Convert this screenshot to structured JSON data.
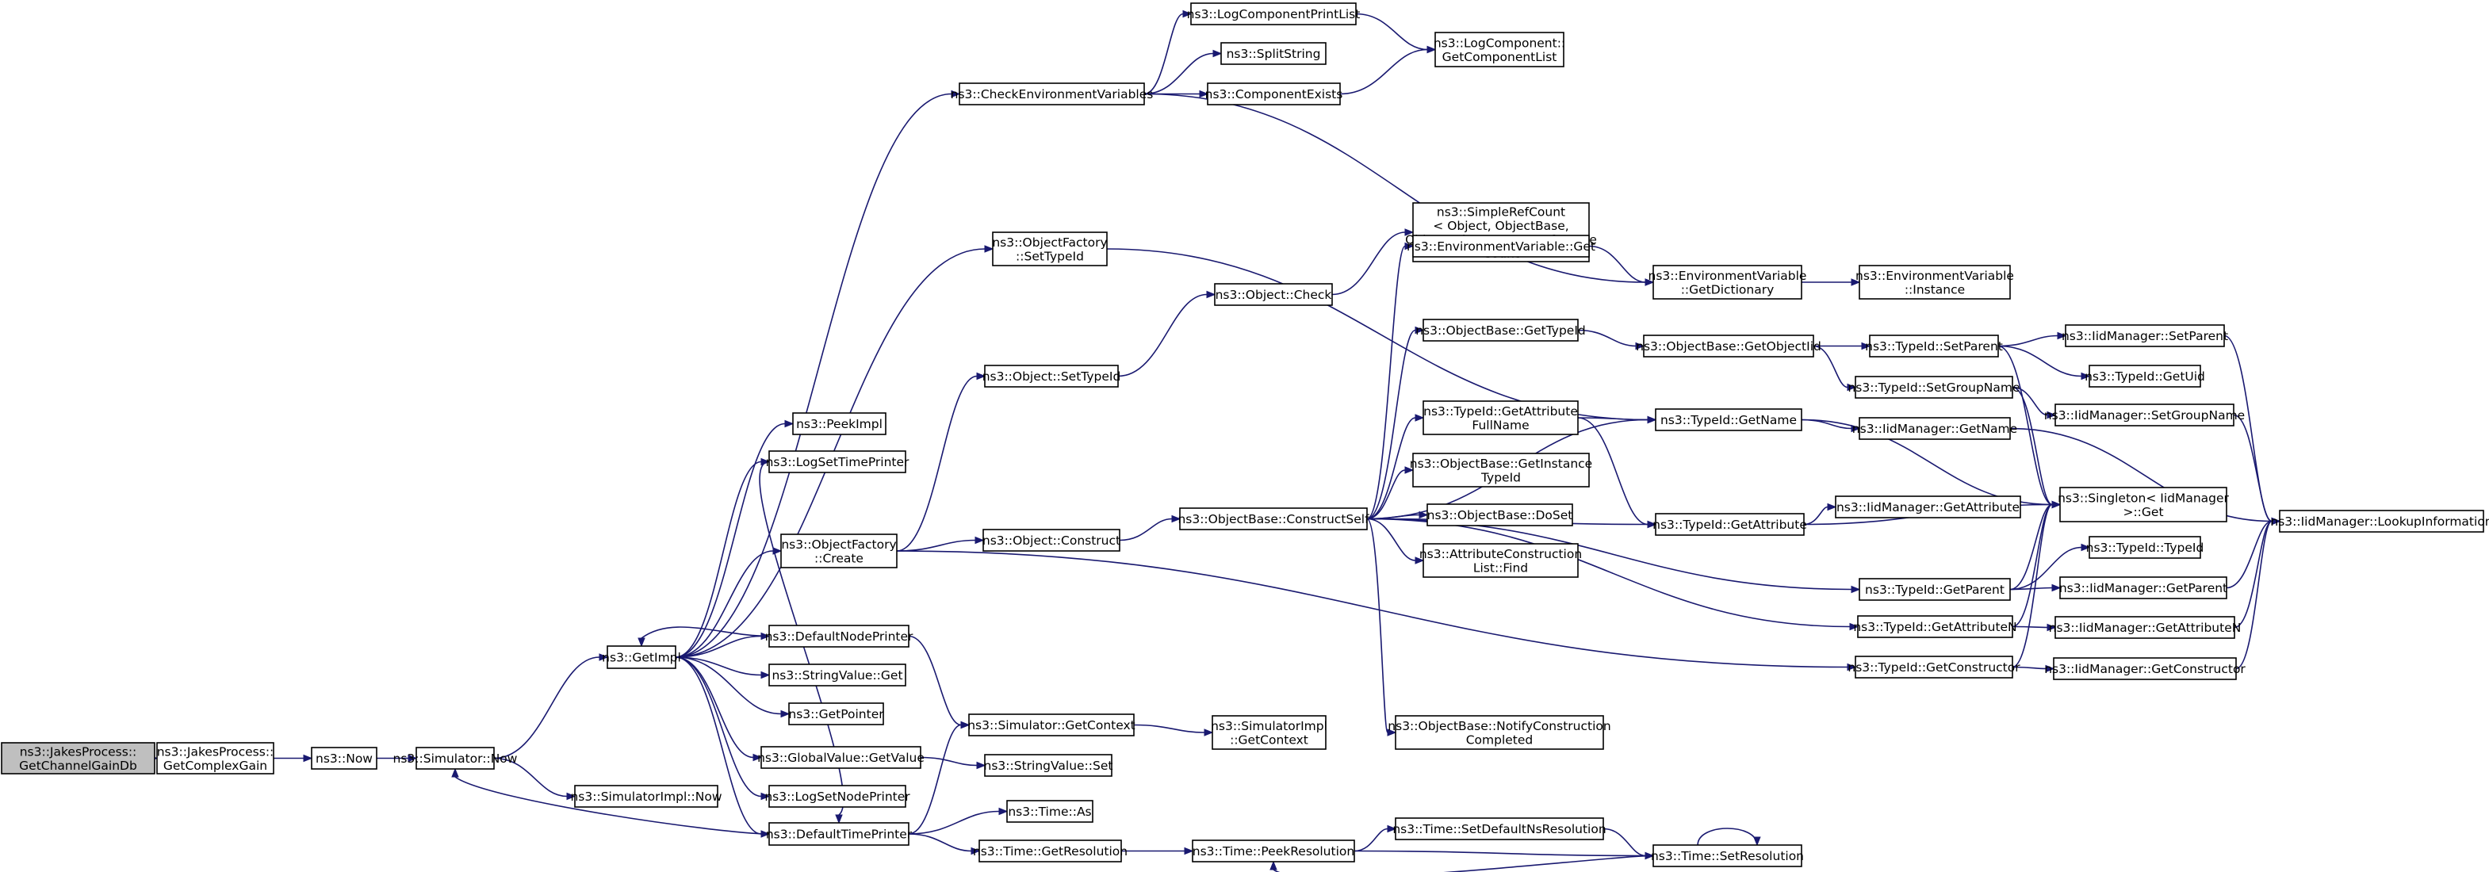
{
  "nodes": [
    {
      "id": "n0",
      "lines": [
        "ns3::JakesProcess::",
        "GetChannelGainDb"
      ],
      "root": true
    },
    {
      "id": "n1",
      "lines": [
        "ns3::JakesProcess::",
        "GetComplexGain"
      ]
    },
    {
      "id": "n2",
      "lines": [
        "ns3::Now"
      ]
    },
    {
      "id": "n3",
      "lines": [
        "ns3::Simulator::Now"
      ]
    },
    {
      "id": "n4",
      "lines": [
        "ns3::GetImpl"
      ]
    },
    {
      "id": "n5",
      "lines": [
        "ns3::SimulatorImpl::Now"
      ]
    },
    {
      "id": "n6",
      "lines": [
        "ns3::CheckEnvironmentVariables"
      ]
    },
    {
      "id": "n7",
      "lines": [
        "ns3::ObjectFactory",
        "::SetTypeId"
      ]
    },
    {
      "id": "n8",
      "lines": [
        "ns3::PeekImpl"
      ]
    },
    {
      "id": "n9",
      "lines": [
        "ns3::LogSetTimePrinter"
      ]
    },
    {
      "id": "n10",
      "lines": [
        "ns3::ObjectFactory",
        "::Create"
      ]
    },
    {
      "id": "n11",
      "lines": [
        "ns3::DefaultNodePrinter"
      ]
    },
    {
      "id": "n12",
      "lines": [
        "ns3::StringValue::Get"
      ]
    },
    {
      "id": "n13",
      "lines": [
        "ns3::GetPointer"
      ]
    },
    {
      "id": "n14",
      "lines": [
        "ns3::GlobalValue::GetValue"
      ]
    },
    {
      "id": "n15",
      "lines": [
        "ns3::LogSetNodePrinter"
      ]
    },
    {
      "id": "n16",
      "lines": [
        "ns3::DefaultTimePrinter"
      ]
    },
    {
      "id": "n17",
      "lines": [
        "ns3::LogComponentPrintList"
      ]
    },
    {
      "id": "n18",
      "lines": [
        "ns3::SplitString"
      ]
    },
    {
      "id": "n19",
      "lines": [
        "ns3::ComponentExists"
      ]
    },
    {
      "id": "n20",
      "lines": [
        "ns3::LogComponent::",
        "GetComponentList"
      ]
    },
    {
      "id": "n21",
      "lines": [
        "ns3::Object::SetTypeId"
      ]
    },
    {
      "id": "n22",
      "lines": [
        "ns3::Object::Construct"
      ]
    },
    {
      "id": "n23",
      "lines": [
        "ns3::Simulator::GetContext"
      ]
    },
    {
      "id": "n24",
      "lines": [
        "ns3::StringValue::Set"
      ]
    },
    {
      "id": "n25",
      "lines": [
        "ns3::Time::As"
      ]
    },
    {
      "id": "n26",
      "lines": [
        "ns3::Time::GetResolution"
      ]
    },
    {
      "id": "n27",
      "lines": [
        "ns3::Object::Check"
      ]
    },
    {
      "id": "n28",
      "lines": [
        "ns3::ObjectBase::ConstructSelf"
      ]
    },
    {
      "id": "n29",
      "lines": [
        "ns3::SimulatorImpl",
        "::GetContext"
      ]
    },
    {
      "id": "n30",
      "lines": [
        "ns3::Time::PeekResolution"
      ]
    },
    {
      "id": "n31",
      "lines": [
        "ns3::SimpleRefCount",
        "< Object, ObjectBase,",
        "ObjectDeleter >::GetReference",
        "Count"
      ]
    },
    {
      "id": "n32",
      "lines": [
        "ns3::EnvironmentVariable::Get"
      ]
    },
    {
      "id": "n33",
      "lines": [
        "ns3::ObjectBase::GetTypeId"
      ]
    },
    {
      "id": "n34",
      "lines": [
        "ns3::TypeId::GetAttribute",
        "FullName"
      ]
    },
    {
      "id": "n35",
      "lines": [
        "ns3::ObjectBase::GetInstance",
        "TypeId"
      ]
    },
    {
      "id": "n36",
      "lines": [
        "ns3::ObjectBase::DoSet"
      ]
    },
    {
      "id": "n37",
      "lines": [
        "ns3::AttributeConstruction",
        "List::Find"
      ]
    },
    {
      "id": "n38",
      "lines": [
        "ns3::ObjectBase::NotifyConstruction",
        "Completed"
      ]
    },
    {
      "id": "n39",
      "lines": [
        "ns3::Time::SetDefaultNsResolution"
      ]
    },
    {
      "id": "n40",
      "lines": [
        "ns3::EnvironmentVariable",
        "::GetDictionary"
      ]
    },
    {
      "id": "n41",
      "lines": [
        "ns3::ObjectBase::GetObjectIid"
      ]
    },
    {
      "id": "n42",
      "lines": [
        "ns3::TypeId::GetName"
      ]
    },
    {
      "id": "n43",
      "lines": [
        "ns3::TypeId::GetAttribute"
      ]
    },
    {
      "id": "n44",
      "lines": [
        "ns3::Time::SetResolution"
      ]
    },
    {
      "id": "n45",
      "lines": [
        "ns3::EnvironmentVariable",
        "::Instance"
      ]
    },
    {
      "id": "n46",
      "lines": [
        "ns3::TypeId::SetParent"
      ]
    },
    {
      "id": "n47",
      "lines": [
        "ns3::TypeId::SetGroupName"
      ]
    },
    {
      "id": "n48",
      "lines": [
        "ns3::IidManager::GetName"
      ]
    },
    {
      "id": "n49",
      "lines": [
        "ns3::IidManager::GetAttribute"
      ]
    },
    {
      "id": "n50",
      "lines": [
        "ns3::Singleton< IidManager",
        ">::Get"
      ]
    },
    {
      "id": "n51",
      "lines": [
        "ns3::TypeId::GetParent"
      ]
    },
    {
      "id": "n52",
      "lines": [
        "ns3::TypeId::GetAttributeN"
      ]
    },
    {
      "id": "n53",
      "lines": [
        "ns3::TypeId::GetConstructor"
      ]
    },
    {
      "id": "n54",
      "lines": [
        "ns3::IidManager::SetParent"
      ]
    },
    {
      "id": "n55",
      "lines": [
        "ns3::TypeId::GetUid"
      ]
    },
    {
      "id": "n56",
      "lines": [
        "ns3::IidManager::SetGroupName"
      ]
    },
    {
      "id": "n57",
      "lines": [
        "ns3::TypeId::TypeId"
      ]
    },
    {
      "id": "n58",
      "lines": [
        "ns3::IidManager::GetParent"
      ]
    },
    {
      "id": "n59",
      "lines": [
        "ns3::IidManager::GetAttributeN"
      ]
    },
    {
      "id": "n60",
      "lines": [
        "ns3::IidManager::GetConstructor"
      ]
    },
    {
      "id": "n61",
      "lines": [
        "ns3::IidManager::LookupInformation"
      ]
    }
  ],
  "edges": [
    [
      "n0",
      "n1"
    ],
    [
      "n1",
      "n2"
    ],
    [
      "n2",
      "n3"
    ],
    [
      "n3",
      "n4"
    ],
    [
      "n3",
      "n5"
    ],
    [
      "n4",
      "n6"
    ],
    [
      "n4",
      "n7"
    ],
    [
      "n4",
      "n8"
    ],
    [
      "n4",
      "n9"
    ],
    [
      "n4",
      "n10"
    ],
    [
      "n4",
      "n11"
    ],
    [
      "n4",
      "n12"
    ],
    [
      "n4",
      "n13"
    ],
    [
      "n4",
      "n14"
    ],
    [
      "n4",
      "n15"
    ],
    [
      "n4",
      "n16"
    ],
    [
      "n6",
      "n17"
    ],
    [
      "n6",
      "n18"
    ],
    [
      "n6",
      "n19"
    ],
    [
      "n6",
      "n40"
    ],
    [
      "n17",
      "n20"
    ],
    [
      "n19",
      "n20"
    ],
    [
      "n7",
      "n42"
    ],
    [
      "n9",
      "n16"
    ],
    [
      "n10",
      "n21"
    ],
    [
      "n10",
      "n22"
    ],
    [
      "n10",
      "n53"
    ],
    [
      "n11",
      "n23"
    ],
    [
      "n11",
      "n4"
    ],
    [
      "n14",
      "n24"
    ],
    [
      "n16",
      "n3"
    ],
    [
      "n16",
      "n23"
    ],
    [
      "n16",
      "n25"
    ],
    [
      "n16",
      "n26"
    ],
    [
      "n21",
      "n27"
    ],
    [
      "n22",
      "n28"
    ],
    [
      "n23",
      "n29"
    ],
    [
      "n26",
      "n30"
    ],
    [
      "n27",
      "n31"
    ],
    [
      "n28",
      "n32"
    ],
    [
      "n28",
      "n33"
    ],
    [
      "n28",
      "n42"
    ],
    [
      "n28",
      "n34"
    ],
    [
      "n28",
      "n35"
    ],
    [
      "n28",
      "n36"
    ],
    [
      "n28",
      "n37"
    ],
    [
      "n28",
      "n43"
    ],
    [
      "n28",
      "n51"
    ],
    [
      "n28",
      "n52"
    ],
    [
      "n28",
      "n38"
    ],
    [
      "n30",
      "n39"
    ],
    [
      "n30",
      "n44"
    ],
    [
      "n32",
      "n40"
    ],
    [
      "n40",
      "n45"
    ],
    [
      "n33",
      "n41"
    ],
    [
      "n41",
      "n46"
    ],
    [
      "n41",
      "n47"
    ],
    [
      "n34",
      "n42"
    ],
    [
      "n34",
      "n43"
    ],
    [
      "n39",
      "n44"
    ],
    [
      "n44",
      "n30"
    ],
    [
      "n44",
      "n44"
    ],
    [
      "n42",
      "n48"
    ],
    [
      "n42",
      "n50"
    ],
    [
      "n43",
      "n49"
    ],
    [
      "n43",
      "n50"
    ],
    [
      "n46",
      "n54"
    ],
    [
      "n46",
      "n55"
    ],
    [
      "n46",
      "n50"
    ],
    [
      "n47",
      "n56"
    ],
    [
      "n47",
      "n50"
    ],
    [
      "n48",
      "n61"
    ],
    [
      "n51",
      "n57"
    ],
    [
      "n51",
      "n58"
    ],
    [
      "n51",
      "n50"
    ],
    [
      "n52",
      "n59"
    ],
    [
      "n52",
      "n50"
    ],
    [
      "n53",
      "n60"
    ],
    [
      "n53",
      "n50"
    ],
    [
      "n54",
      "n61"
    ],
    [
      "n56",
      "n61"
    ],
    [
      "n58",
      "n61"
    ],
    [
      "n59",
      "n61"
    ],
    [
      "n60",
      "n61"
    ]
  ]
}
